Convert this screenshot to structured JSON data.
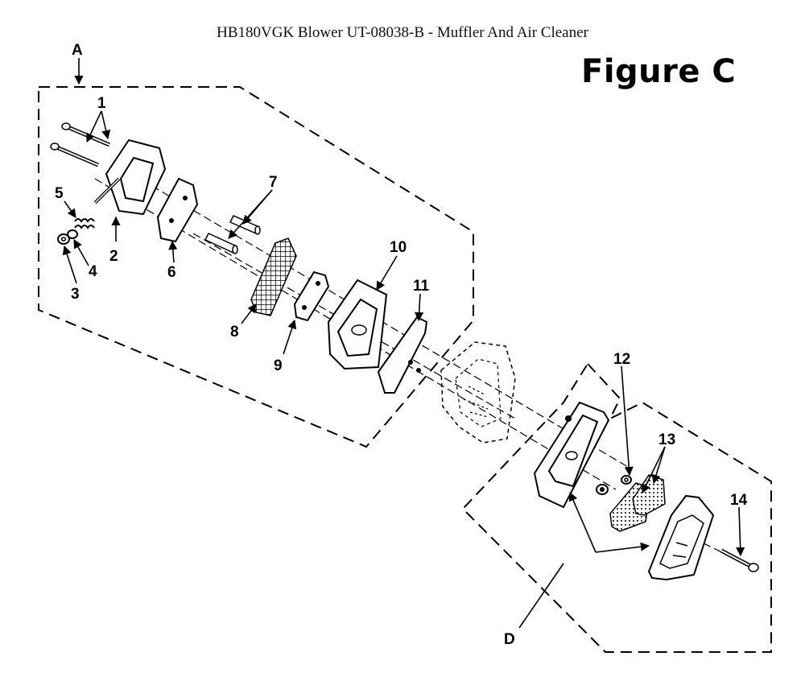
{
  "title": "HB180VGK Blower UT-08038-B - Muffler And Air Cleaner",
  "figure_label": "Figure C",
  "callouts": {
    "a": "A",
    "d": "D",
    "p1": "1",
    "p2": "2",
    "p3": "3",
    "p4": "4",
    "p5": "5",
    "p6": "6",
    "p7": "7",
    "p8": "8",
    "p9": "9",
    "p10": "10",
    "p11": "11",
    "p12": "12",
    "p13": "13",
    "p14": "14"
  }
}
